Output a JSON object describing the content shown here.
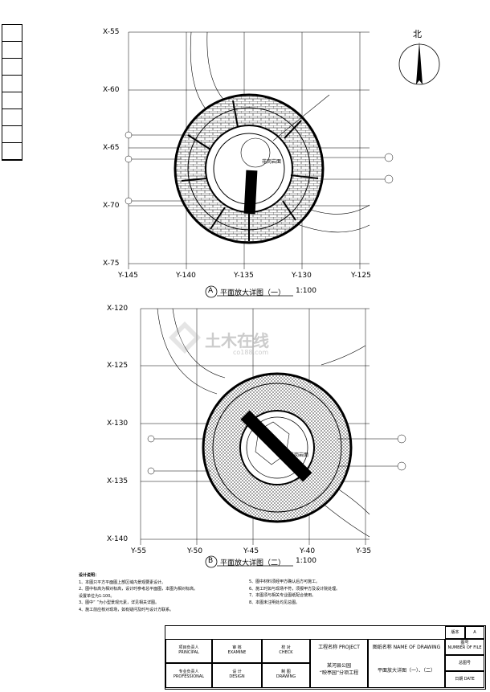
{
  "north": "北",
  "plan_a": {
    "x_ticks": [
      "X-55",
      "X-60",
      "X-65",
      "X-70",
      "X-75"
    ],
    "y_ticks": [
      "Y-145",
      "Y-140",
      "Y-135",
      "Y-130",
      "Y-125"
    ],
    "caption_letter": "A",
    "caption": "平面放大详图（一）",
    "scale": "1:100",
    "center_label": "花岗岩面"
  },
  "plan_b": {
    "x_ticks": [
      "X-120",
      "X-125",
      "X-130",
      "X-135",
      "X-140"
    ],
    "y_ticks": [
      "Y-55",
      "Y-50",
      "Y-45",
      "Y-40",
      "Y-35"
    ],
    "caption_letter": "B",
    "caption": "平面放大详图（二）",
    "scale": "1:100",
    "center_label": "花岗岩面"
  },
  "notes_title": "设计说明：",
  "notes_left": [
    "1、本图只平方平面图上部区域内景观要素设计。",
    "2、图中标高为相对标高，设计时参考总平面图，本图为相对标高。",
    "   设置单位为1:100。",
    "3、图中“   ”为小型景观元素，详见相关详图。",
    "4、施工前应核对现场，如有疑问及时与设计方联系。"
  ],
  "notes_right": [
    "5、图中材料须经甲方确认后方可施工。",
    "6、施工时如与现场不符，须报甲方及设计院处理。",
    "7、本图须与相关专业图纸配合使用。",
    "8、本图未注明处均见总图。"
  ],
  "title_block": {
    "project_label": "工程名称 PROJECT",
    "project_name_1": "某河县公园",
    "project_name_2": "“映亭园”分项工程",
    "drawing_label": "图纸名称 NAME OF DRAWING",
    "drawing_name": "平面放大详图（一）、（二）",
    "rows": [
      [
        "项目负责人",
        "审 核",
        "校 对"
      ],
      [
        "专业负责人",
        "设 计",
        "制 图"
      ]
    ],
    "rows_en": [
      [
        "PRINCIPAL",
        "EXAMINE",
        "CHECK"
      ],
      [
        "PROFESSIONAL",
        "DESIGN",
        "DRAWING"
      ]
    ],
    "right": [
      "版本",
      "A",
      "图号",
      "NUMBER OF FILE",
      "总图号",
      "日期 DATE"
    ]
  },
  "watermark": "土木在线",
  "watermark_sub": "co188.com"
}
